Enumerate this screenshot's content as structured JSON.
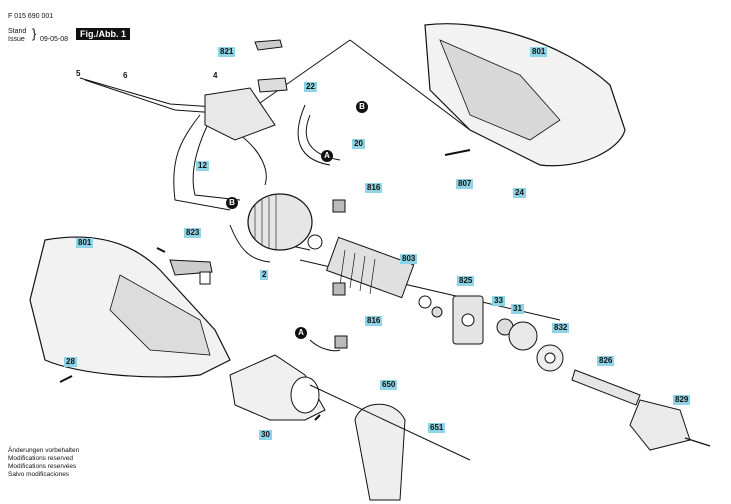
{
  "header": {
    "doc_number": "F 015 690 001",
    "stand_label": "Stand",
    "issue_label": "Issue",
    "issue_date": "09-05-08",
    "fig_label": "Fig./Abb. 1"
  },
  "notes": [
    "Änderungen vorbehalten",
    "Modifications reserved",
    "Modifications reservées",
    "Salvo modificaciones"
  ],
  "boxed_labels": [
    "821",
    "801",
    "22",
    "20",
    "816",
    "807",
    "24",
    "801",
    "823",
    "803",
    "825",
    "816",
    "33",
    "31",
    "832",
    "826",
    "28",
    "650",
    "651",
    "30",
    "829"
  ],
  "plain_labels": [
    "5",
    "6",
    "4",
    "12",
    "2"
  ],
  "callouts": [
    "A",
    "B",
    "B",
    "A"
  ],
  "colors": {
    "label_fill": "#8fd3e6",
    "line": "#111111"
  }
}
